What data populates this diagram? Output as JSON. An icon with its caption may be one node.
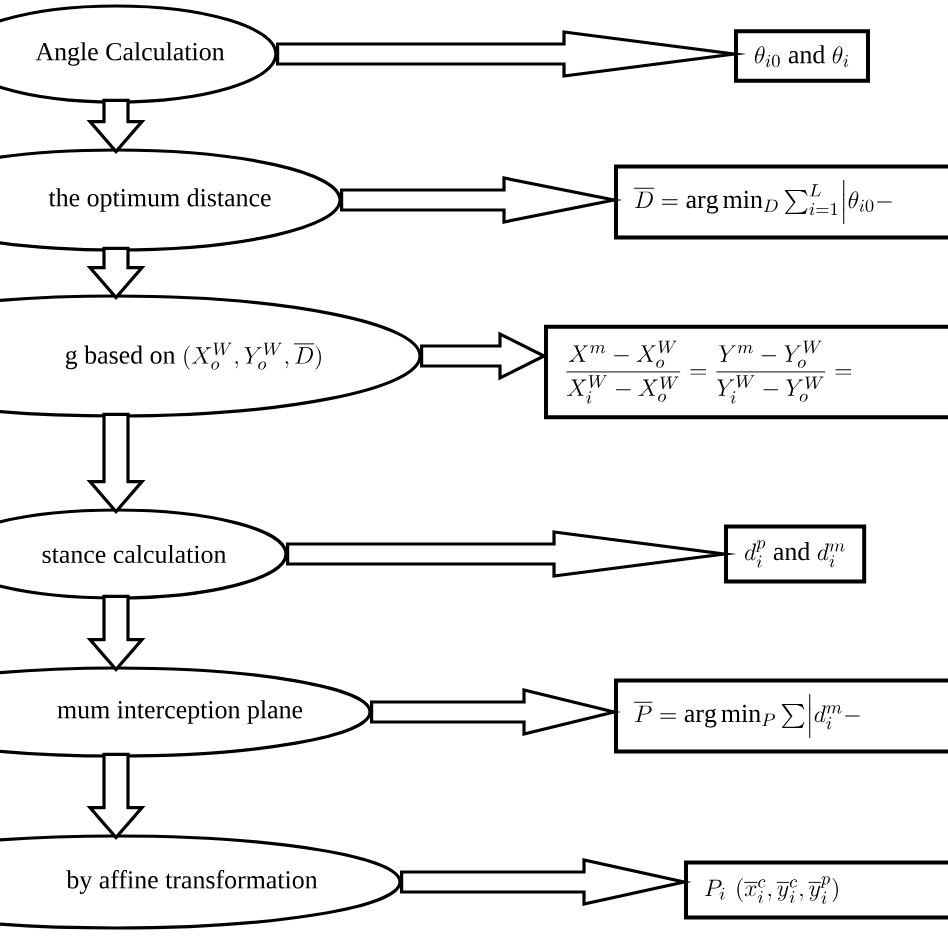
{
  "diagram": {
    "nodes": [
      {
        "text": [
          "Angle Calculation"
        ]
      },
      {
        "text": [
          "\\theta_{i0}\\text{ and }\\theta_{i}"
        ]
      },
      {
        "text": [
          "the optimum distance"
        ]
      },
      {
        "text": [
          "\\overline{D}=\\arg\\min_{D}\\sum_{i=1}^{L}\\Bigl|\\theta_{i0}-"
        ]
      },
      {
        "text": [
          "\\text{g based on }(X_{o}^{W},Y_{o}^{W},\\overline{D})"
        ]
      },
      {
        "text": [
          "\\frac{X^{m}-X_{o}^{W}}{X_{i}^{W}-X_{o}^{W}}=\\frac{Y^{m}-Y_{o}^{W}}{Y_{i}^{W}-Y_{o}^{W}}="
        ]
      },
      {
        "text": [
          "stance calculation"
        ]
      },
      {
        "text": [
          "d_{i}^{p}\\text{ and }d_{i}^{m}"
        ]
      },
      {
        "text": [
          "mum interception plane"
        ]
      },
      {
        "text": [
          "\\overline{P}=\\arg\\min_{P}\\sum\\Bigl|d_{i}^{m}-"
        ]
      },
      {
        "text": [
          "by affine transformation"
        ]
      },
      {
        "text": [
          "P_{i}\\ (\\overline{x}_{i}^{c},\\overline{y}_{i}^{c},\\overline{y}_{i}^{p})"
        ]
      }
    ],
    "edges": [
      {
        "from": 0,
        "to": 1,
        "arrow": "to"
      },
      {
        "from": 0,
        "to": 2,
        "arrow": "to"
      },
      {
        "from": 2,
        "to": 3,
        "arrow": "to"
      },
      {
        "from": 2,
        "to": 4,
        "arrow": "to"
      },
      {
        "from": 4,
        "to": 5,
        "arrow": "to"
      },
      {
        "from": 4,
        "to": 6,
        "arrow": "to"
      },
      {
        "from": 6,
        "to": 7,
        "arrow": "to"
      },
      {
        "from": 6,
        "to": 8,
        "arrow": "to"
      },
      {
        "from": 8,
        "to": 9,
        "arrow": "to"
      },
      {
        "from": 8,
        "to": 10,
        "arrow": "to"
      },
      {
        "from": 10,
        "to": 11,
        "arrow": "to"
      }
    ]
  }
}
